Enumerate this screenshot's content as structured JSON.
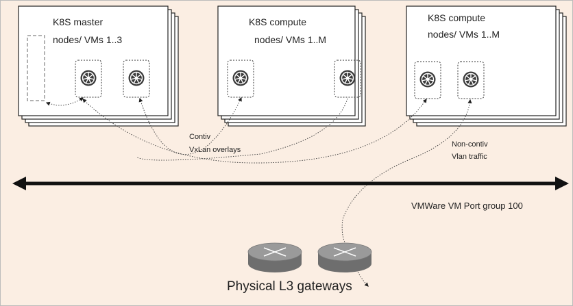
{
  "node_groups": [
    {
      "line1": "K8S master",
      "line2": "nodes/ VMs 1..3"
    },
    {
      "line1": "K8S compute",
      "line2": "nodes/ VMs 1..M"
    },
    {
      "line1": "K8S compute",
      "line2": "nodes/ VMs 1..M"
    }
  ],
  "overlay_label": {
    "line1": "Contiv",
    "line2": "VxLan overlays"
  },
  "vlan_label": {
    "line1": "Non-contiv",
    "line2": "Vlan traffic"
  },
  "port_group_label": "VMWare VM Port group 100",
  "gateways_label": "Physical L3 gateways",
  "icons": [
    "kubernetes-icon",
    "router-icon"
  ],
  "colors": {
    "background": "#fbeee3",
    "box": "#ffffff",
    "stroke": "#222222",
    "router_top": "#9a9a9a",
    "router_side": "#6e6e6e"
  }
}
